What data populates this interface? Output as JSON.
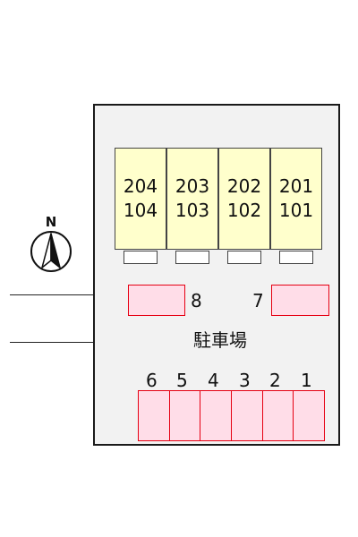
{
  "compass": {
    "north_label": "N"
  },
  "building": {
    "units": [
      {
        "upper": "204",
        "lower": "104"
      },
      {
        "upper": "203",
        "lower": "103"
      },
      {
        "upper": "202",
        "lower": "102"
      },
      {
        "upper": "201",
        "lower": "101"
      }
    ]
  },
  "parking": {
    "label": "駐車場",
    "side_spaces": [
      {
        "number": "8"
      },
      {
        "number": "7"
      }
    ],
    "row_spaces": [
      "6",
      "5",
      "4",
      "3",
      "2",
      "1"
    ]
  },
  "colors": {
    "building_fill": "#ffffcc",
    "space_outline": "#e60012",
    "space_fill": "#ffdde8",
    "lot_fill": "#f2f2f2"
  }
}
